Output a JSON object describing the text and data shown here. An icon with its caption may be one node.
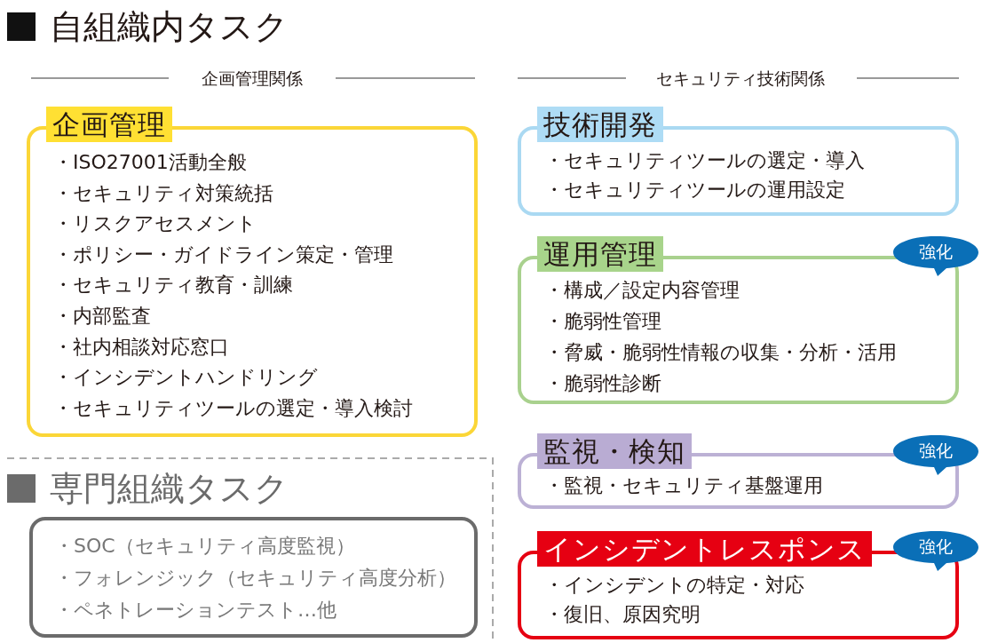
{
  "diagram": {
    "title": "自組織内タスク",
    "nodes": [
      {
        "text": [
          "企画管理",
          "・ISO27001活動全般",
          "・セキュリティ対策統括",
          "・リスクアセスメント",
          "・ポリシー・ガイドライン策定・管理",
          "・セキュリティ教育・訓練",
          "・内部監査",
          "・社内相談対応窓口",
          "・インシデントハンドリング",
          "・セキュリティツールの選定・導入検討"
        ]
      },
      {
        "text": [
          "技術開発",
          "・セキュリティツールの選定・導入",
          "・セキュリティツールの運用設定"
        ]
      },
      {
        "text": [
          "運用管理",
          "・構成／設定内容管理",
          "・脆弱性管理",
          "・脅威・脆弱性情報の収集・分析・活用",
          "・脆弱性診断"
        ]
      },
      {
        "text": [
          "強化"
        ]
      },
      {
        "text": [
          "監視・検知",
          "・監視・セキュリティ基盤運用"
        ]
      },
      {
        "text": [
          "強化"
        ]
      },
      {
        "text": [
          "インシデントレスポンス",
          "・インシデントの特定・対応",
          "・復旧、原因究明"
        ]
      },
      {
        "text": [
          "強化"
        ]
      },
      {
        "text": [
          "・SOC（セキュリティ高度監視）",
          "・フォレンジック（セキュリティ高度分析）",
          "・ペネトレーションテスト…他"
        ]
      }
    ],
    "labels": [
      "企画管理関係",
      "セキュリティ技術関係",
      "専門組織タスク"
    ]
  }
}
